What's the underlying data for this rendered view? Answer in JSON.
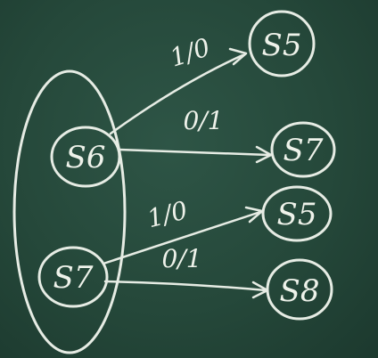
{
  "diagram": {
    "states": [
      {
        "id": "s6",
        "label": "S6"
      },
      {
        "id": "s7",
        "label": "S7"
      },
      {
        "id": "s5_out",
        "label": "S5"
      },
      {
        "id": "s7_out",
        "label": "S7"
      },
      {
        "id": "s5b_out",
        "label": "S5"
      },
      {
        "id": "s8_out",
        "label": "S8"
      }
    ],
    "transitions": [
      {
        "from": "S6",
        "to": "S5",
        "label": "1/0"
      },
      {
        "from": "S6",
        "to": "S7",
        "label": "0/1"
      },
      {
        "from": "S7",
        "to": "S5",
        "label": "1/0"
      },
      {
        "from": "S7",
        "to": "S8",
        "label": "0/1"
      }
    ],
    "colors": {
      "board": "#25483a",
      "chalk": "#e6ece4"
    }
  }
}
